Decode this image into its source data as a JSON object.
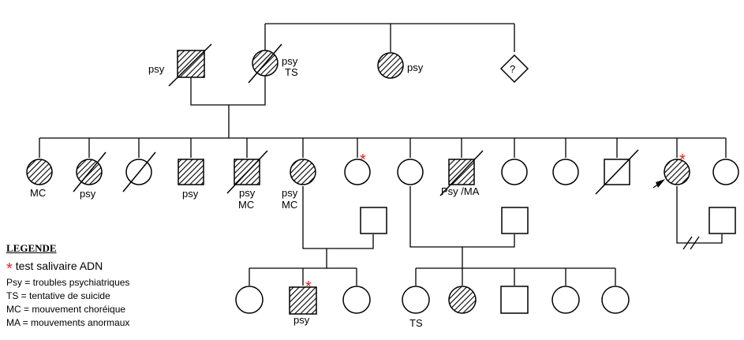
{
  "pedigree": {
    "generation1": {
      "father_label": "psy",
      "mother_label_1": "psy",
      "mother_label_2": "TS",
      "sister_label": "psy",
      "unknown_symbol": "?"
    },
    "generation2": {
      "labels": {
        "c1": "MC",
        "c2": "psy",
        "c4": "psy",
        "c5a": "psy",
        "c5b": "MC",
        "c6a": "psy",
        "c6b": "MC",
        "c9": "Psy /MA"
      },
      "star": "*"
    },
    "generation3": {
      "labels": {
        "g2": "psy",
        "g4": "TS"
      }
    }
  },
  "legend": {
    "title": "LEGENDE",
    "star": "*",
    "star_text": "test salivaire ADN",
    "items": [
      "Psy = troubles psychiatriques",
      "TS = tentative de suicide",
      "MC = mouvement choréique",
      "MA = mouvements anormaux"
    ]
  },
  "colors": {
    "star": "#e8231b",
    "line": "#000000"
  },
  "symbol_key": {
    "square": "male",
    "circle": "female",
    "diamond": "sex unknown",
    "hatched": "affected",
    "diagonal-line": "deceased",
    "arrow": "proband"
  }
}
